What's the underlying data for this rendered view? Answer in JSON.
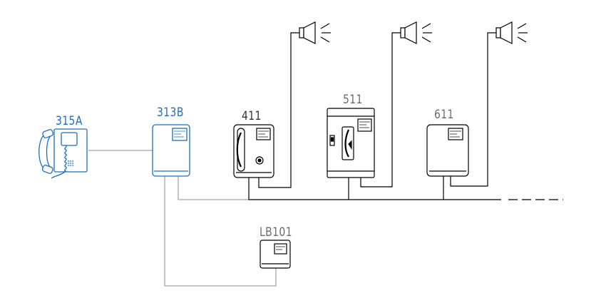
{
  "devices": {
    "d315a": {
      "label": "315A",
      "color": "#1a6fc4"
    },
    "d313b": {
      "label": "313B",
      "color": "#1a6fc4"
    },
    "d411": {
      "label": "411",
      "color": "#333333"
    },
    "d511": {
      "label": "511",
      "color": "#555555"
    },
    "d611": {
      "label": "611",
      "color": "#666666"
    },
    "lb101": {
      "label": "LB101",
      "color": "#666666"
    }
  },
  "speaker_count": 3,
  "continuation_line": "dashed"
}
